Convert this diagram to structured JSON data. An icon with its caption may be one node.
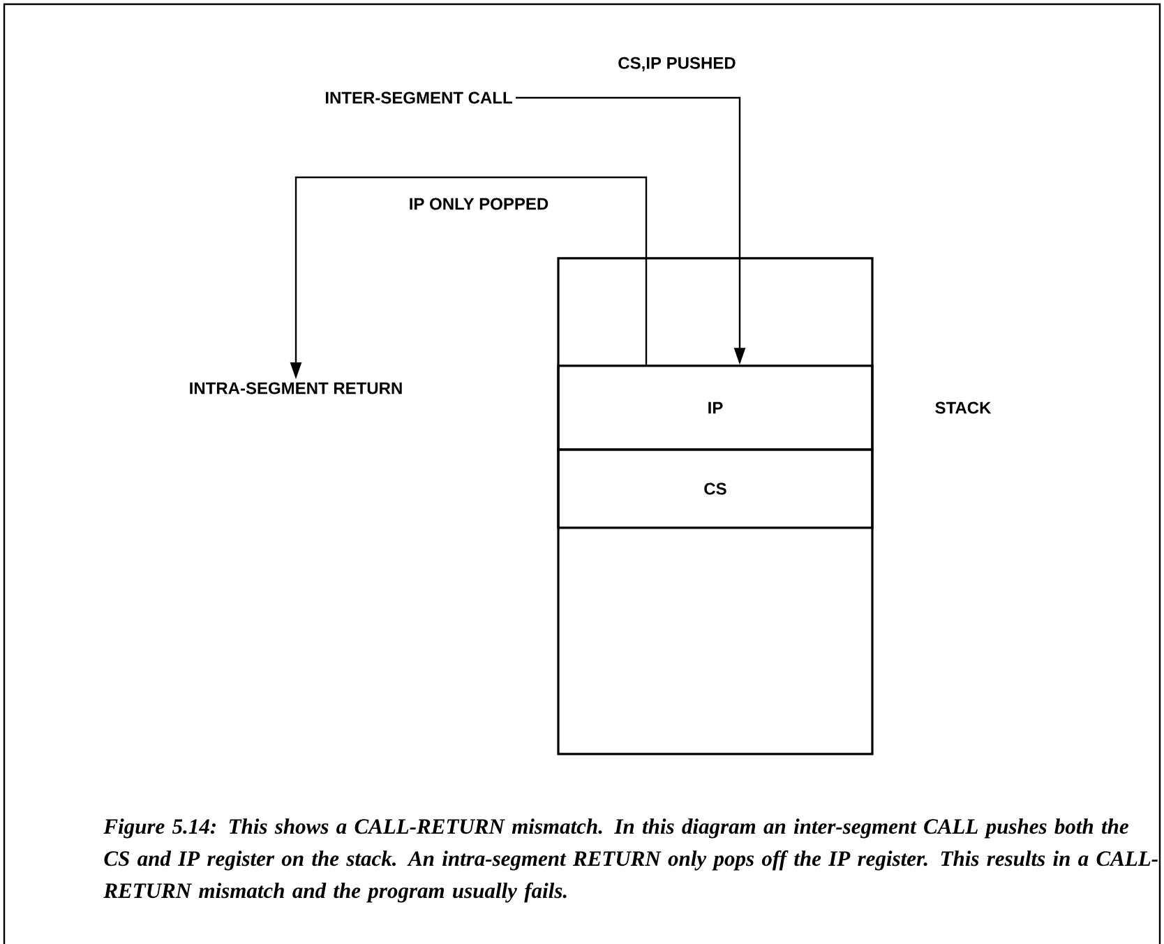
{
  "diagram": {
    "caption": "Figure 5.14: This shows a CALL-RETURN mismatch. In this diagram an inter-segment CALL pushes both the CS and IP register on the stack. An intra-segment RETURN only pops off the IP register. This results in a CALL-RETURN mismatch and the program usually fails.",
    "nodes": [
      {
        "text": [],
        "shape": "box",
        "beside": [
          "STACK"
        ]
      },
      {
        "text": [
          "IP"
        ],
        "in": 0
      },
      {
        "text": [
          "CS"
        ],
        "in": 0
      },
      {
        "text": [
          "INTER-SEGMENT CALL"
        ]
      },
      {
        "text": [
          "INTRA-SEGMENT RETURN"
        ]
      }
    ],
    "edges": [
      {
        "from": 3,
        "to": 1,
        "arrow": "to",
        "label": "CS,IP PUSHED"
      },
      {
        "from": 1,
        "to": 4,
        "arrow": "to",
        "label": "IP ONLY POPPED"
      }
    ]
  }
}
